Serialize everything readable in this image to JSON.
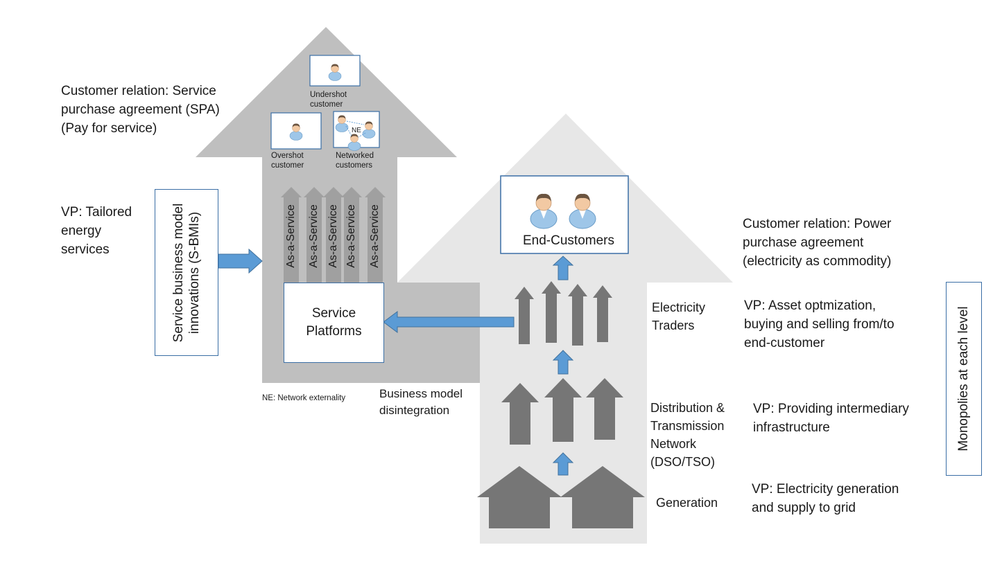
{
  "left_column": {
    "customer_relation_lines": [
      "Customer relation: Service",
      "purchase agreement (SPA)",
      "(Pay for service)"
    ],
    "vp_lines": [
      "VP: Tailored",
      "energy",
      "services"
    ],
    "sbmi_lines": [
      "Service business model",
      "innovations (S-BMIs)"
    ]
  },
  "service_house": {
    "customer_types": {
      "undershot_lines": [
        "Undershot",
        "customer"
      ],
      "overshot_lines": [
        "Overshot",
        "customer"
      ],
      "networked_lines": [
        "Networked",
        "customers"
      ],
      "ne_label": "NE"
    },
    "as_a_service_labels": [
      "As-a-Service",
      "As-a-Service",
      "As-a-Service",
      "As-a-Service",
      "As-a-Service"
    ],
    "platform_lines": [
      "Service",
      "Platforms"
    ],
    "ne_footnote": "NE: Network externality",
    "disintegration_lines": [
      "Business model",
      "disintegration"
    ]
  },
  "power_house": {
    "end_customers": "End-Customers",
    "traders_lines": [
      "Electricity",
      "Traders"
    ],
    "network_lines": [
      "Distribution &",
      "Transmission",
      "Network",
      "(DSO/TSO)"
    ],
    "generation": "Generation"
  },
  "right_column": {
    "customer_relation_lines": [
      "Customer relation: Power",
      "purchase agreement",
      "(electricity as commodity)"
    ],
    "vp_traders_lines": [
      "VP: Asset optmization,",
      "buying and selling from/to",
      "end-customer"
    ],
    "vp_network_lines": [
      "VP: Providing intermediary",
      "infrastructure"
    ],
    "vp_generation_lines": [
      "VP: Electricity generation",
      "and supply to grid"
    ],
    "monopolies": "Monopolies at each level"
  },
  "colors": {
    "service_house": "#bfbfbf",
    "power_house": "#e7e7e7",
    "dark_arrow": "#767676",
    "blue_arrow": "#5b9bd5",
    "box_border": "#3a6ea5"
  }
}
